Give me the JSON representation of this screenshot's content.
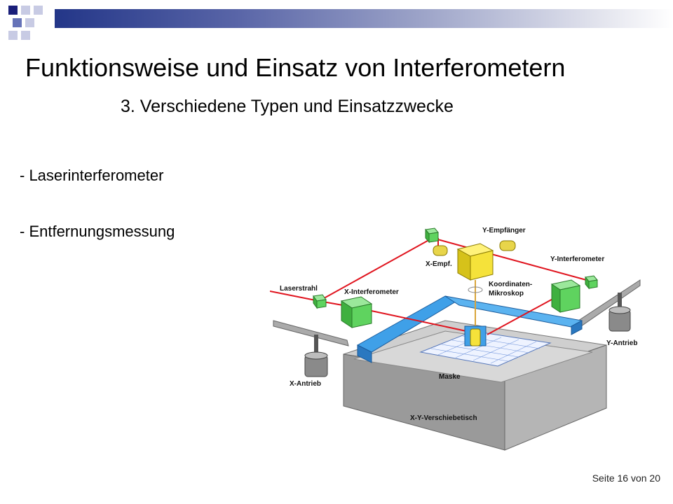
{
  "slide": {
    "title": "Funktionsweise und Einsatz von Interferometern",
    "subtitle": "3. Verschiedene Typen und Einsatzzwecke",
    "bullets": [
      "- Laserinterferometer",
      "- Entfernungsmessung"
    ],
    "footer": "Seite 16 von 20"
  },
  "diagram": {
    "labels": {
      "y_empfaenger": "Y-Empfänger",
      "x_empf": "X-Empf.",
      "y_interferometer": "Y-Interferometer",
      "laserstrahl": "Laserstrahl",
      "x_interferometer": "X-Interferometer",
      "koordinaten": "Koordinaten-",
      "mikroskop": "Mikroskop",
      "y_antrieb": "Y-Antrieb",
      "x_antrieb": "X-Antrieb",
      "maske": "Maske",
      "xy_verschiebetisch": "X-Y-Verschiebetisch"
    }
  },
  "colors": {
    "accent_navy": "#1a1f7a",
    "accent_blue": "#6673b8",
    "laser_red": "#e0141e",
    "table_blue": "#3fa0e8",
    "interferometer_green": "#5fd35f",
    "microscope_yellow": "#f5e23a"
  }
}
